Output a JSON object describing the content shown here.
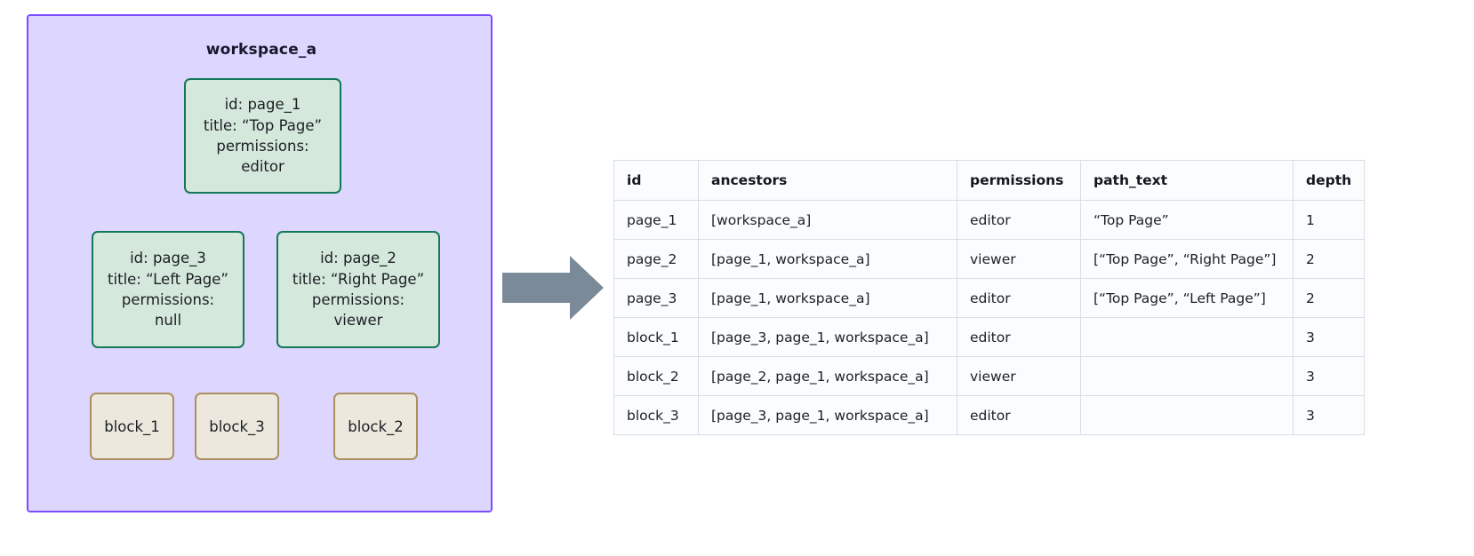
{
  "workspace": {
    "title": "workspace_a",
    "border_color": "#7c4dff",
    "fill_color": "#ddd6fe"
  },
  "nodes": {
    "page_1": {
      "lines": [
        "id: page_1",
        "title: “Top Page”",
        "permissions:",
        "editor"
      ],
      "fill_color": "#d5e8dc",
      "border_color": "#13795b"
    },
    "page_3": {
      "lines": [
        "id: page_3",
        "title: “Left Page”",
        "permissions:",
        "null"
      ],
      "fill_color": "#d5e8dc",
      "border_color": "#13795b"
    },
    "page_2": {
      "lines": [
        "id: page_2",
        "title: “Right Page”",
        "permissions:",
        "viewer"
      ],
      "fill_color": "#d5e8dc",
      "border_color": "#13795b"
    },
    "block_1": {
      "label": "block_1",
      "fill_color": "#ece8dd",
      "border_color": "#ab8f63"
    },
    "block_3": {
      "label": "block_3",
      "fill_color": "#ece8dd",
      "border_color": "#ab8f63"
    },
    "block_2": {
      "label": "block_2",
      "fill_color": "#ece8dd",
      "border_color": "#ab8f63"
    }
  },
  "edges": {
    "color": "#7b8a99",
    "list": [
      {
        "from": "page_1",
        "to": "page_3"
      },
      {
        "from": "page_1",
        "to": "page_2"
      },
      {
        "from": "page_3",
        "to": "block_1"
      },
      {
        "from": "page_3",
        "to": "block_3"
      },
      {
        "from": "page_2",
        "to": "block_2"
      }
    ]
  },
  "transition_arrow": {
    "name": "right-arrow",
    "color": "#7b8a99"
  },
  "table": {
    "columns": [
      "id",
      "ancestors",
      "permissions",
      "path_text",
      "depth"
    ],
    "rows": [
      {
        "id": "page_1",
        "ancestors": "[workspace_a]",
        "permissions": "editor",
        "path_text": "“Top Page”",
        "depth": "1"
      },
      {
        "id": "page_2",
        "ancestors": "[page_1, workspace_a]",
        "permissions": "viewer",
        "path_text": "[“Top Page”, “Right Page”]",
        "depth": "2"
      },
      {
        "id": "page_3",
        "ancestors": "[page_1, workspace_a]",
        "permissions": "editor",
        "path_text": "[“Top Page”, “Left Page”]",
        "depth": "2"
      },
      {
        "id": "block_1",
        "ancestors": "[page_3, page_1, workspace_a]",
        "permissions": "editor",
        "path_text": "",
        "depth": "3"
      },
      {
        "id": "block_2",
        "ancestors": "[page_2, page_1, workspace_a]",
        "permissions": "viewer",
        "path_text": "",
        "depth": "3"
      },
      {
        "id": "block_3",
        "ancestors": "[page_3, page_1, workspace_a]",
        "permissions": "editor",
        "path_text": "",
        "depth": "3"
      }
    ]
  }
}
